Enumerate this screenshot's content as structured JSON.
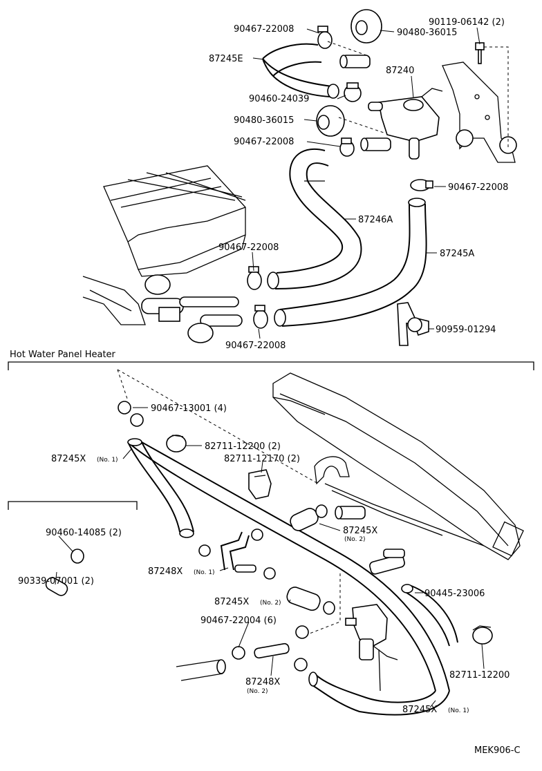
{
  "section_title": "Hot Water Panel Heater",
  "drawing_code": "MEK906-C",
  "labels": {
    "p_90467_22008_a": "90467-22008",
    "p_90480_36015_a": "90480-36015",
    "p_90119_06142": "90119-06142 (2)",
    "p_87245E": "87245E",
    "p_87240": "87240",
    "p_90460_24039": "90460-24039",
    "p_90480_36015_b": "90480-36015",
    "p_90467_22008_b": "90467-22008",
    "p_90467_22008_c": "90467-22008",
    "p_87246A": "87246A",
    "p_90467_22008_d": "90467-22008",
    "p_87245A": "87245A",
    "p_90959_01294": "90959-01294",
    "p_90467_22008_e": "90467-22008",
    "p_90467_13001": "90467-13001 (4)",
    "p_82711_12200_a": "82711-12200 (2)",
    "p_87245X_no1_a": "87245X",
    "p_87245X_no1_a_sub": "(No. 1)",
    "p_82711_12170": "82711-12170 (2)",
    "p_90460_14085": "90460-14085 (2)",
    "p_90339_07001": "90339-07001 (2)",
    "p_87245X_no2_a": "87245X",
    "p_87245X_no2_a_sub": "(No. 2)",
    "p_87248X_no1": "87248X",
    "p_87248X_no1_sub": "(No. 1)",
    "p_90445_23006": "90445-23006",
    "p_87245X_no2_b": "87245X",
    "p_87245X_no2_b_sub": "(No. 2)",
    "p_90467_22004": "90467-22004 (6)",
    "p_87248X_no2": "87248X",
    "p_87248X_no2_sub": "(No. 2)",
    "p_82711_12200_b": "82711-12200",
    "p_87245X_no1_b": "87245X",
    "p_87245X_no1_b_sub": "(No. 1)"
  }
}
